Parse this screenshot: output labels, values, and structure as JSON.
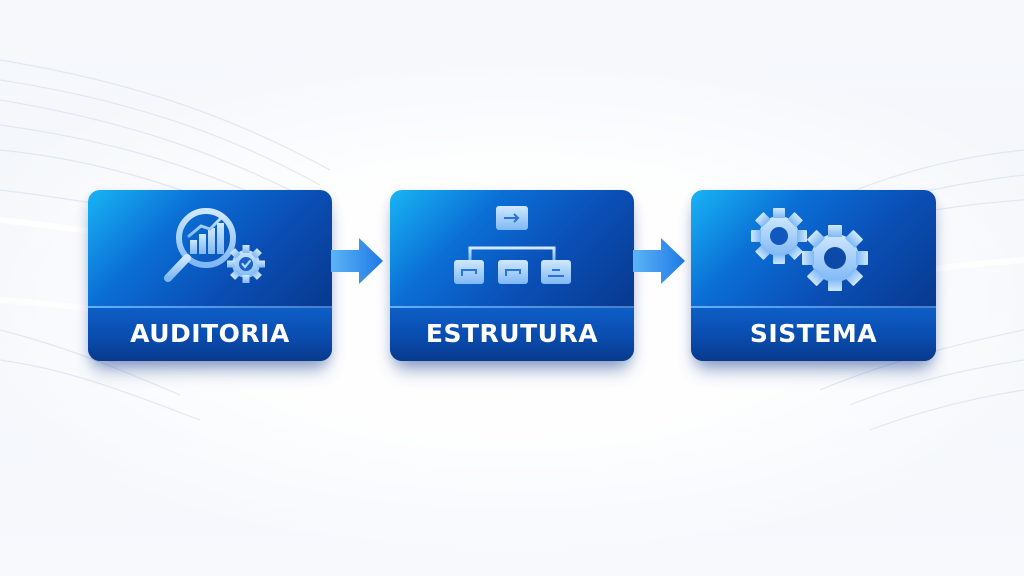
{
  "diagram": {
    "type": "process-flow",
    "direction": "left-to-right",
    "steps": [
      {
        "label": "AUDITORIA",
        "icon": "magnifier-chart-gear-icon"
      },
      {
        "label": "ESTRUTURA",
        "icon": "org-chart-hierarchy-icon"
      },
      {
        "label": "SISTEMA",
        "icon": "gears-icon"
      }
    ],
    "connectors": [
      {
        "from": "AUDITORIA",
        "to": "ESTRUTURA",
        "icon": "arrow-right-icon"
      },
      {
        "from": "ESTRUTURA",
        "to": "SISTEMA",
        "icon": "arrow-right-icon"
      }
    ]
  },
  "colors": {
    "card_light": "#18b4f4",
    "card_mid": "#0a4fb6",
    "card_dark": "#07307e",
    "arrow": "#2f8ef0",
    "icon_fill": "#a9d4ff",
    "text": "#ffffff",
    "background": "#f6f8fc"
  }
}
